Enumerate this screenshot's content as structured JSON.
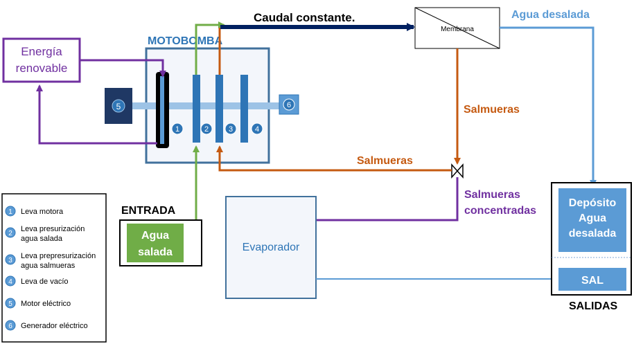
{
  "labels": {
    "energia_line1": "Energía",
    "energia_line2": "renovable",
    "motobomba": "MOTOBOMBA",
    "caudal": "Caudal constante.",
    "membrana": "Membrana",
    "agua_desalada": "Agua desalada",
    "salmueras_right": "Salmueras",
    "salmueras_bottom": "Salmueras",
    "salmueras_conc_line1": "Salmueras",
    "salmueras_conc_line2": "concentradas",
    "entrada": "ENTRADA",
    "agua_salada_line1": "Agua",
    "agua_salada_line2": "salada",
    "evaporador": "Evaporador",
    "deposito_line1": "Depósito",
    "deposito_line2": "Agua",
    "deposito_line3": "desalada",
    "sal": "SAL",
    "salidas": "SALIDAS"
  },
  "markers": {
    "m1": "1",
    "m2": "2",
    "m3": "3",
    "m4": "4",
    "m5": "5",
    "m6": "6"
  },
  "legend": [
    {
      "num": "1",
      "lines": [
        "Leva motora"
      ]
    },
    {
      "num": "2",
      "lines": [
        "Leva presurización",
        "agua salada"
      ]
    },
    {
      "num": "3",
      "lines": [
        "Leva prepresurización",
        "agua salmueras"
      ]
    },
    {
      "num": "4",
      "lines": [
        "Leva de vacío"
      ]
    },
    {
      "num": "5",
      "lines": [
        "Motor eléctrico"
      ]
    },
    {
      "num": "6",
      "lines": [
        "Generador eléctrico"
      ]
    }
  ],
  "colors": {
    "purple": "#7030a0",
    "green": "#70ad47",
    "orange": "#c55a11",
    "navy": "#002060",
    "lightblue": "#5b9bd5",
    "steel": "#2e75b6",
    "box_blue": "#41719c"
  }
}
